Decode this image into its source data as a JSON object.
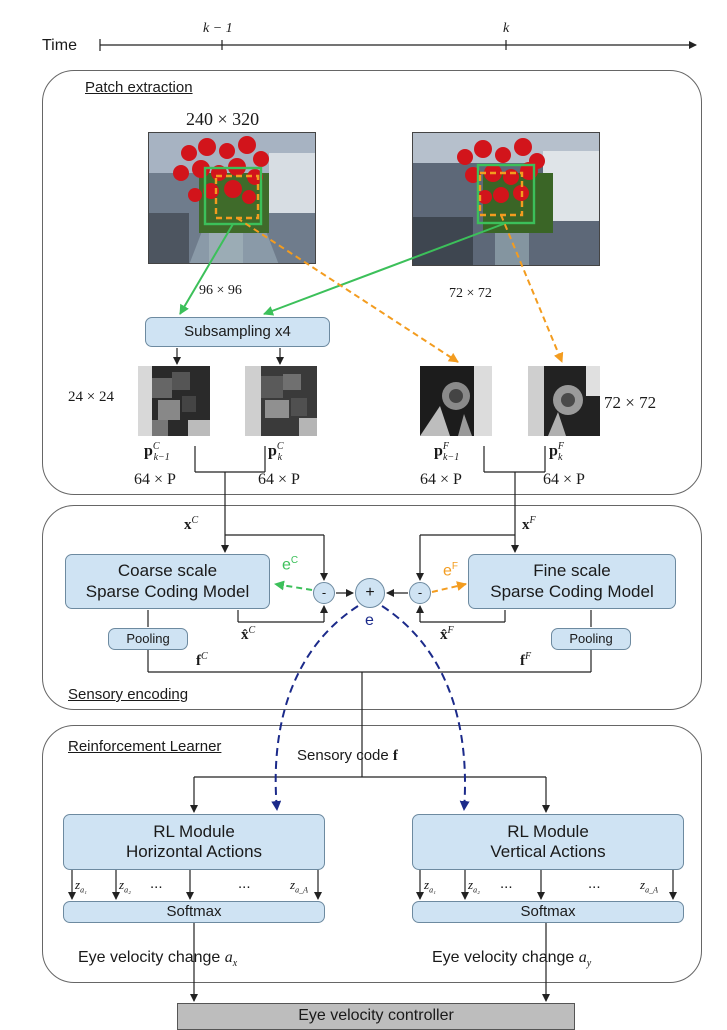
{
  "timeline": {
    "label": "Time",
    "tick1": "k − 1",
    "tick2": "k"
  },
  "patch": {
    "title": "Patch extraction",
    "image_size": "240 × 320",
    "coarse_window": "96 × 96",
    "fine_window": "72 × 72",
    "subsampling": "Subsampling x4",
    "coarse_patch_size": "24 × 24",
    "fine_patch_size": "72 × 72",
    "p_c_prev": "p",
    "p_c_prev_sup": "C",
    "p_c_prev_sub": "k−1",
    "p_c_cur": "p",
    "p_c_cur_sup": "C",
    "p_c_cur_sub": "k",
    "p_f_prev": "p",
    "p_f_prev_sup": "F",
    "p_f_prev_sub": "k−1",
    "p_f_cur": "p",
    "p_f_cur_sup": "F",
    "p_f_cur_sub": "k",
    "dim1": "64 × P",
    "dim2": "64 × P",
    "dim3": "64 × P",
    "dim4": "64 × P"
  },
  "sensory": {
    "title": "Sensory encoding",
    "xc": "x",
    "xc_sup": "C",
    "xf": "x",
    "xf_sup": "F",
    "coarse_model_l1": "Coarse scale",
    "coarse_model_l2": "Sparse Coding Model",
    "fine_model_l1": "Fine scale",
    "fine_model_l2": "Sparse Coding Model",
    "minus": "-",
    "plus": "+",
    "ec": "e",
    "ec_sup": "C",
    "ef": "e",
    "ef_sup": "F",
    "e": "e",
    "xhat_c": "x̂",
    "xhat_c_sup": "C",
    "xhat_f": "x̂",
    "xhat_f_sup": "F",
    "pooling": "Pooling",
    "fc": "f",
    "fc_sup": "C",
    "ff": "f",
    "ff_sup": "F"
  },
  "rl": {
    "title": "Reinforcement Learner",
    "code_label": "Sensory code",
    "code_symbol": "f",
    "h_module_l1": "RL Module",
    "h_module_l2": "Horizontal Actions",
    "v_module_l1": "RL Module",
    "v_module_l2": "Vertical Actions",
    "softmax": "Softmax",
    "z": "z",
    "z1": "a₁",
    "z2": "a₂",
    "zA": "a_A",
    "dots": "...",
    "out_h": "Eye velocity change",
    "out_h_sym": "a",
    "out_h_sub": "x",
    "out_v": "Eye velocity change",
    "out_v_sym": "a",
    "out_v_sub": "y"
  },
  "controller": {
    "label": "Eye velocity controller"
  },
  "colors": {
    "green": "#3cc05a",
    "orange": "#f39c1f",
    "navy": "#1b2a8a",
    "box_fill": "#cfe3f3",
    "controller_fill": "#bdbdbd"
  }
}
